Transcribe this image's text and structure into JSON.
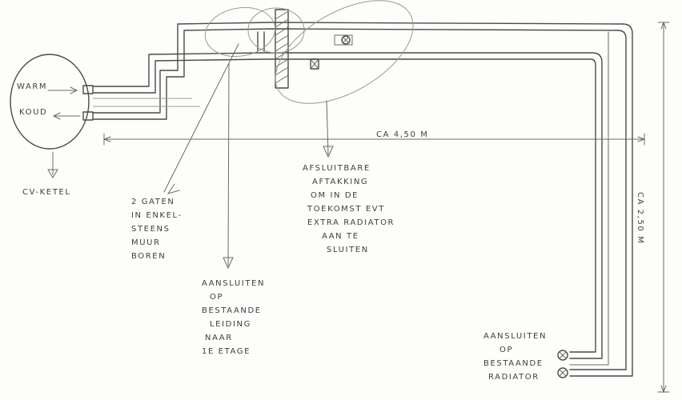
{
  "labels": {
    "warm": "WARM",
    "koud": "KOUD",
    "cv_ketel": "CV-KETEL",
    "gaten": [
      "2 GATEN",
      "IN ENKEL-",
      "STEENS",
      "MUUR",
      "BOREN"
    ],
    "aansluiten_leiding": [
      "AANSLUITEN",
      "OP",
      "BESTAANDE",
      "LEIDING",
      "NAAR",
      "1E ETAGE"
    ],
    "aftakking": [
      "AFSLUITBARE",
      "AFTAKKING",
      "OM IN DE",
      "TOEKOMST EVT",
      "EXTRA RADIATOR",
      "AAN TE",
      "SLUITEN"
    ],
    "aansluiten_radiator": [
      "AANSLUITEN",
      "OP",
      "BESTAANDE",
      "RADIATOR"
    ],
    "dim_horizontal": "CA 4,50 M",
    "dim_vertical": "CA 2,50 M"
  },
  "colors": {
    "pencil": "#4a4a48",
    "paper": "#fdfdfb"
  }
}
